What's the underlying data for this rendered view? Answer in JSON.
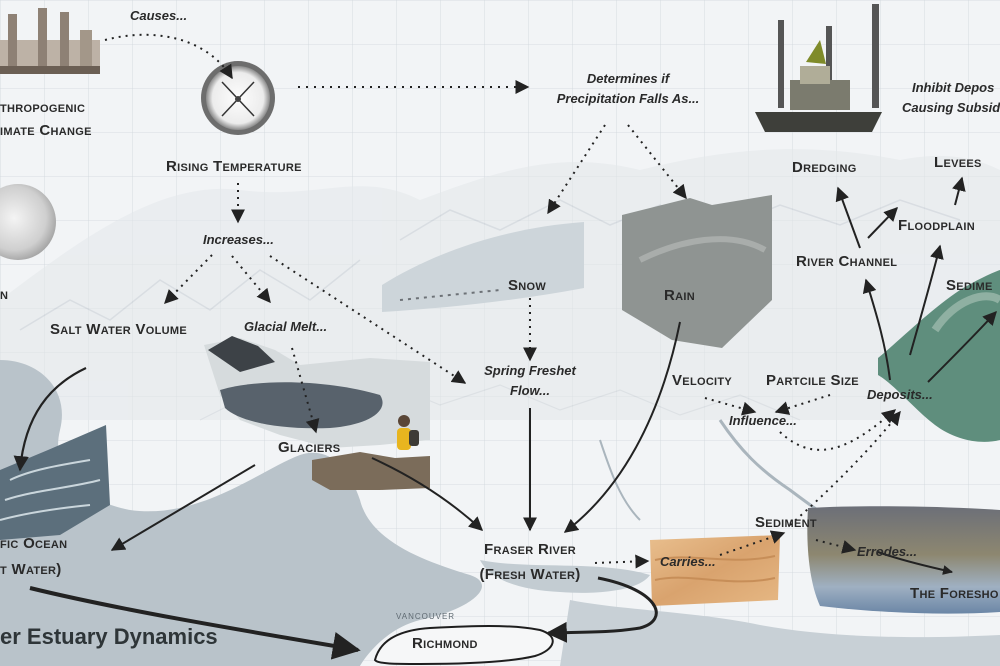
{
  "title": "er Estuary Dynamics",
  "nodes": {
    "causes": "Causes...",
    "anthro_1": "thropogenic",
    "anthro_2": "imate Change",
    "determines_1": "Determines if",
    "determines_2": "Precipitation Falls As...",
    "inhibit_1": "Inhibit Depos",
    "inhibit_2": "Causing Subsid",
    "dredging": "Dredging",
    "levees": "Levees",
    "floodplain": "Floodplain",
    "river_channel": "River Channel",
    "sediment_cut": "Sedime",
    "rising_temperature": "Rising Temperature",
    "increases": "Increases...",
    "n_cut": "n",
    "salt_water_volume": "Salt Water Volume",
    "glacial_melt": "Glacial Melt...",
    "snow": "Snow",
    "rain": "Rain",
    "spring_freshet_1": "Spring Freshet",
    "spring_freshet_2": "Flow...",
    "velocity": "Velocity",
    "particle_size": "Partcile Size",
    "deposits": "Deposits...",
    "influence": "Influence...",
    "glaciers": "Glaciers",
    "pacific_1": "fic Ocean",
    "pacific_2": "t Water)",
    "fraser_1": "Fraser River",
    "fraser_2": "(Fresh Water)",
    "carries": "Carries...",
    "sediment": "Sediment",
    "errodes": "Errodes...",
    "foreshore": "The Foresho",
    "richmond": "Richmond"
  },
  "map_labels": {
    "vancouver": "VANCOUVER"
  },
  "colors": {
    "label": "#2a2a2a",
    "arrow": "#222222",
    "water": "#b9c3ca",
    "land": "#eef1f3",
    "grid": "#cfd6db"
  }
}
